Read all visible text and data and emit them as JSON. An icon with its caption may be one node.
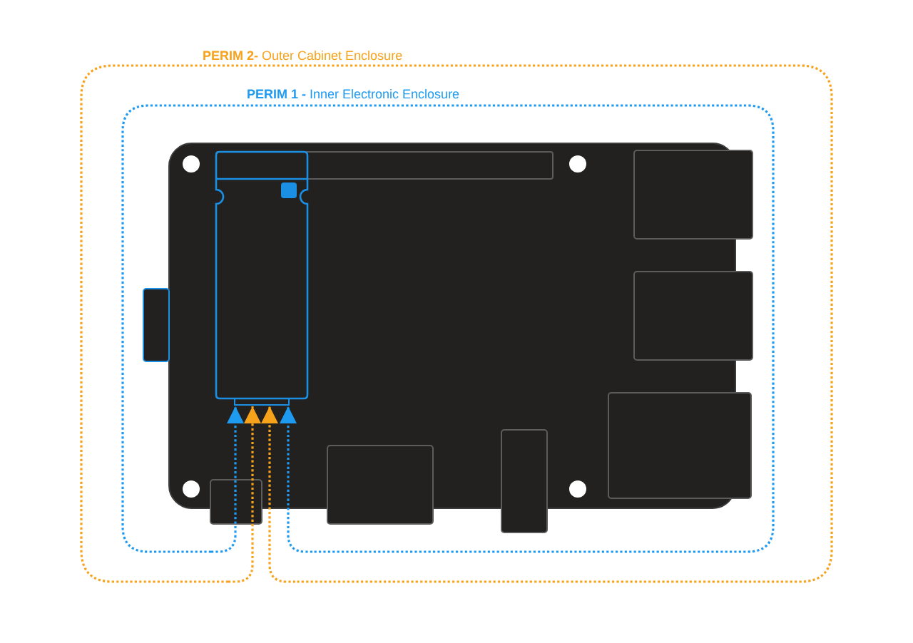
{
  "diagram": {
    "nodes": [
      {
        "text": [
          "**PERIM 2-** Outer Cabinet Enclosure"
        ]
      },
      {
        "text": [
          "**PERIM 1 -** Inner Electronic Enclosure"
        ],
        "in": 0
      },
      {
        "text": [],
        "shape": "box",
        "in": 1
      }
    ],
    "edges": [
      {
        "from": 1,
        "to": 2,
        "arrow": "to",
        "style": "dashed",
        "color": "#1e9bf0"
      },
      {
        "from": 0,
        "to": 2,
        "arrow": "to",
        "style": "dashed",
        "color": "#f7a21b"
      },
      {
        "from": 0,
        "to": 2,
        "arrow": "to",
        "style": "dashed",
        "color": "#f7a21b"
      },
      {
        "from": 1,
        "to": 2,
        "arrow": "to",
        "style": "dashed",
        "color": "#1e9bf0"
      }
    ]
  }
}
